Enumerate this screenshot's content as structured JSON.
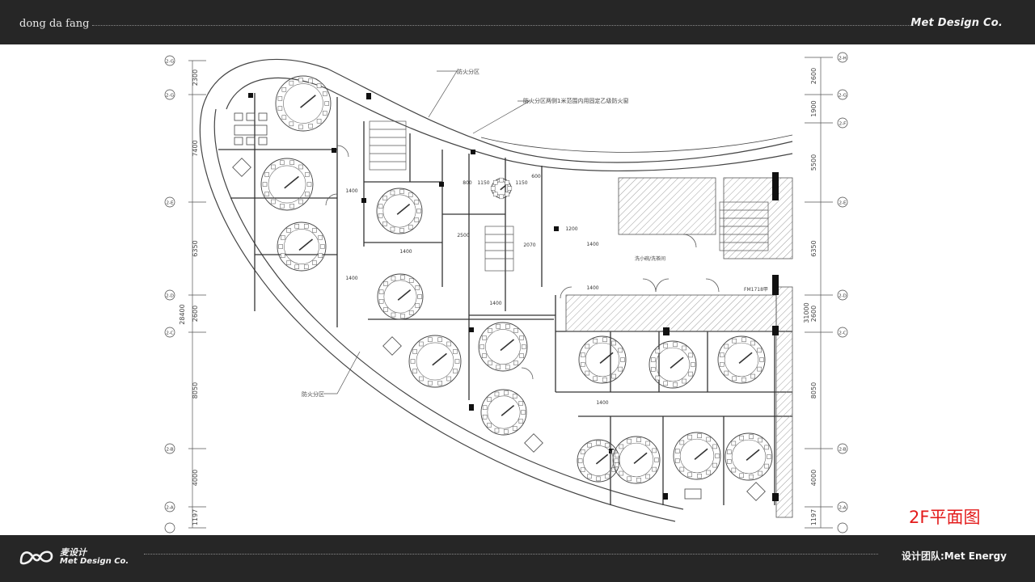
{
  "header": {
    "project": "dong da fang",
    "brand": "Met Design Co."
  },
  "footer": {
    "logo_cn": "麦设计",
    "logo_en": "Met Design Co.",
    "team": "设计团队:Met Energy"
  },
  "plan": {
    "caption": "2F平面图",
    "axes_left": [
      "2-G",
      "2-G",
      "2-E",
      "2-D",
      "2-C",
      "2-B",
      "2-A"
    ],
    "axes_right": [
      "2-H",
      "2-G",
      "2-F",
      "2-E",
      "2-D",
      "2-C",
      "2-B",
      "2-A"
    ],
    "dims_left": [
      "2300",
      "7400",
      "6350",
      "2600",
      "8050",
      "4000",
      "1197"
    ],
    "dims_left_total": "28400",
    "dims_right": [
      "2600",
      "1900",
      "5500",
      "6350",
      "2600",
      "8050",
      "4000",
      "1197"
    ],
    "dims_right_total": "31000",
    "notes": [
      "防火分区",
      "防火分区两侧1米范围内用固定乙级防火窗",
      "防火分区"
    ],
    "room_labels": [
      "洗小碗/洗茶间",
      "FM1718甲"
    ],
    "inner_dims": [
      "1400",
      "1400",
      "2500",
      "2070",
      "1200",
      "1400",
      "1400",
      "800",
      "1150",
      "1150",
      "600",
      "1400",
      "1400",
      "1400"
    ]
  },
  "colors": {
    "bar": "#262626",
    "caption": "#e31b1b",
    "line": "#333333"
  }
}
